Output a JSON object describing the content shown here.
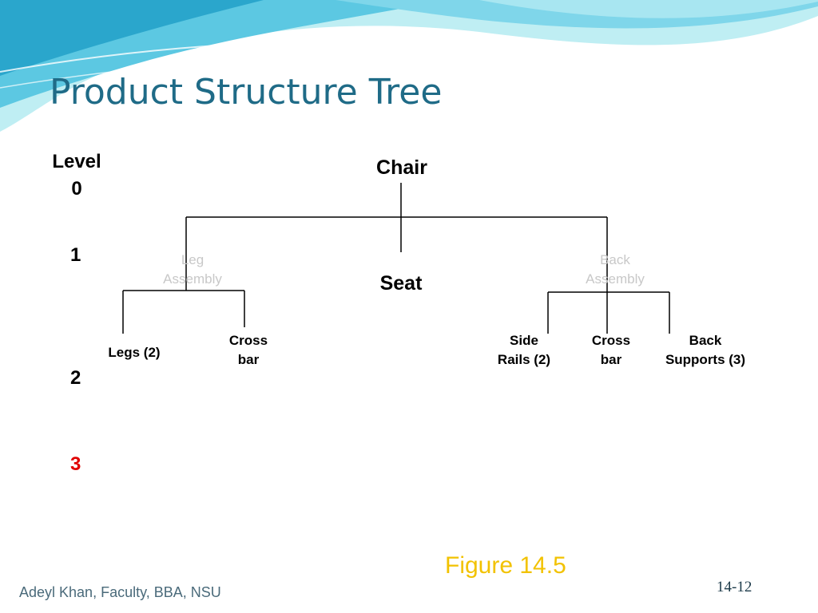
{
  "slide": {
    "title": "Product Structure Tree",
    "figure_caption": "Figure 14.5",
    "footer_author": "Adeyl Khan, Faculty, BBA, NSU",
    "page_number": "14-12"
  },
  "levels": {
    "header_word": "Level",
    "labels": [
      "0",
      "1",
      "2",
      "3"
    ],
    "highlight_color": "#e00000"
  },
  "tree": {
    "root": "Chair",
    "level1": {
      "leg_assembly": [
        "Leg",
        "Assembly"
      ],
      "seat": "Seat",
      "back_assembly": [
        "Back",
        "Assembly"
      ]
    },
    "level2": {
      "legs": "Legs (2)",
      "leg_cross_bar": [
        "Cross",
        "bar"
      ],
      "side_rails": [
        "Side",
        "Rails (2)"
      ],
      "back_cross_bar": [
        "Cross",
        "bar"
      ],
      "back_supports": [
        "Back",
        "Supports (3)"
      ]
    }
  },
  "colors": {
    "title": "#1f6b87",
    "caption": "#f2c200",
    "faded_node": "#c8c8c8",
    "wave_light": "#bfeef3",
    "wave_mid": "#5cc8e2",
    "wave_dark": "#2aa6cc"
  }
}
